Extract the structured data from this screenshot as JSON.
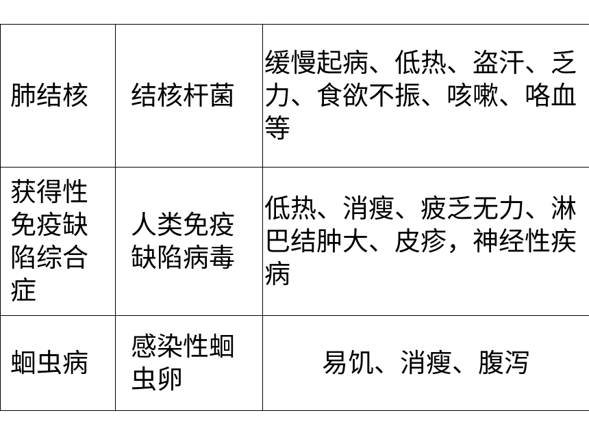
{
  "table": {
    "rows": [
      {
        "disease": "肺结核",
        "pathogen": "结核杆菌",
        "symptoms": "缓慢起病、低热、盗汗、乏力、食欲不振、咳嗽、咯血等"
      },
      {
        "disease": "获得性免疫缺陷综合症",
        "pathogen": "人类免疫缺陷病毒",
        "symptoms": "低热、消瘦、疲乏无力、淋巴结肿大、皮疹，神经性疾病"
      },
      {
        "disease": "蛔虫病",
        "pathogen": "感染性蛔虫卵",
        "symptoms": "易饥、消瘦、腹泻"
      }
    ]
  }
}
